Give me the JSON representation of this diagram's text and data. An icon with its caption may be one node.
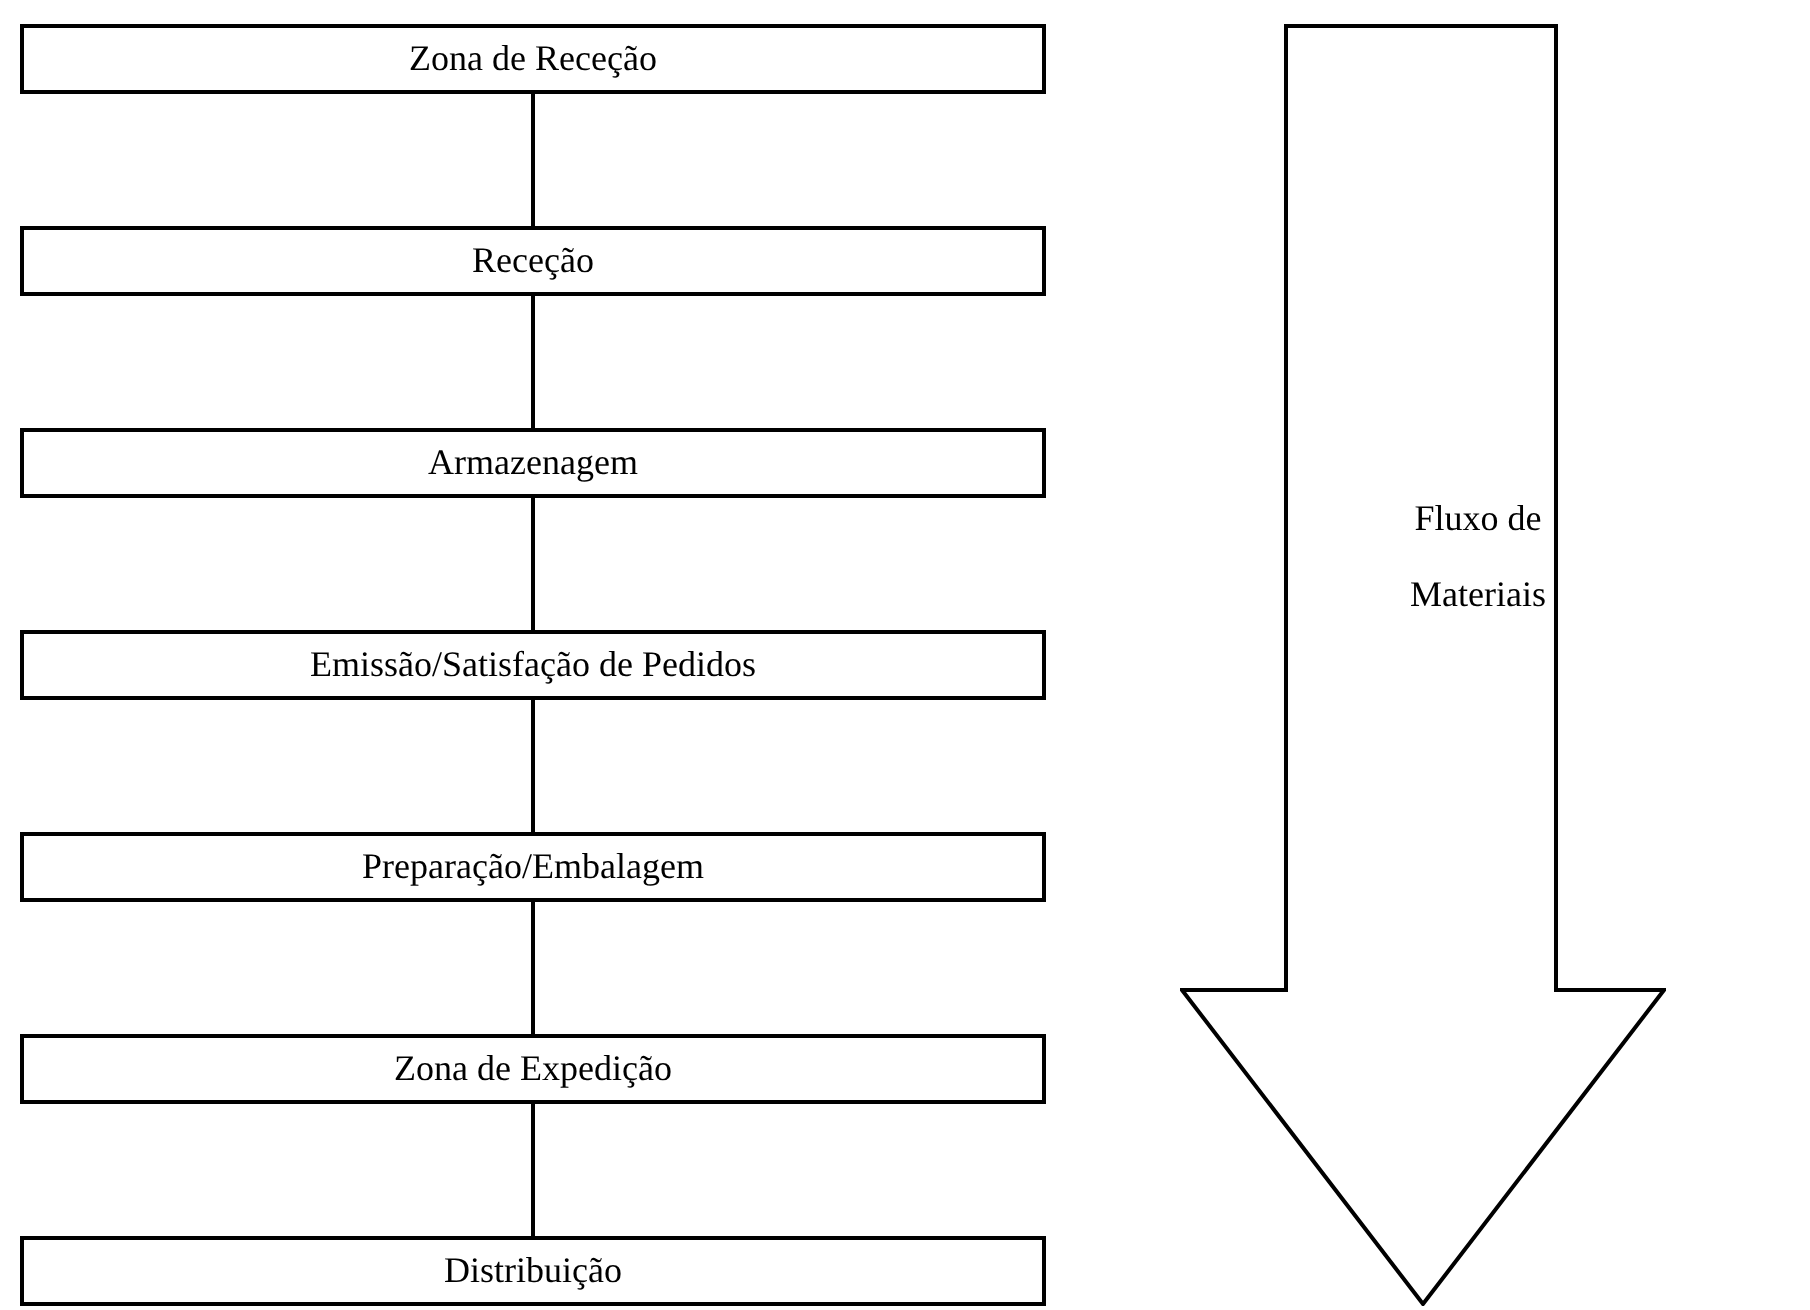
{
  "diagram": {
    "nodes": [
      {
        "text": [
          "Zona de Receção"
        ]
      },
      {
        "text": [
          "Receção"
        ]
      },
      {
        "text": [
          "Armazenagem"
        ]
      },
      {
        "text": [
          "Emissão/Satisfação de Pedidos"
        ]
      },
      {
        "text": [
          "Preparação/Embalagem"
        ]
      },
      {
        "text": [
          "Zona de Expedição"
        ]
      },
      {
        "text": [
          "Distribuição"
        ]
      },
      {
        "text": [
          "Fluxo de Materiais"
        ]
      }
    ],
    "edges": [
      {
        "from": 0,
        "to": 1,
        "arrow": "none"
      },
      {
        "from": 1,
        "to": 2,
        "arrow": "none"
      },
      {
        "from": 2,
        "to": 3,
        "arrow": "none"
      },
      {
        "from": 3,
        "to": 4,
        "arrow": "none"
      },
      {
        "from": 4,
        "to": 5,
        "arrow": "none"
      },
      {
        "from": 5,
        "to": 6,
        "arrow": "none"
      }
    ]
  }
}
